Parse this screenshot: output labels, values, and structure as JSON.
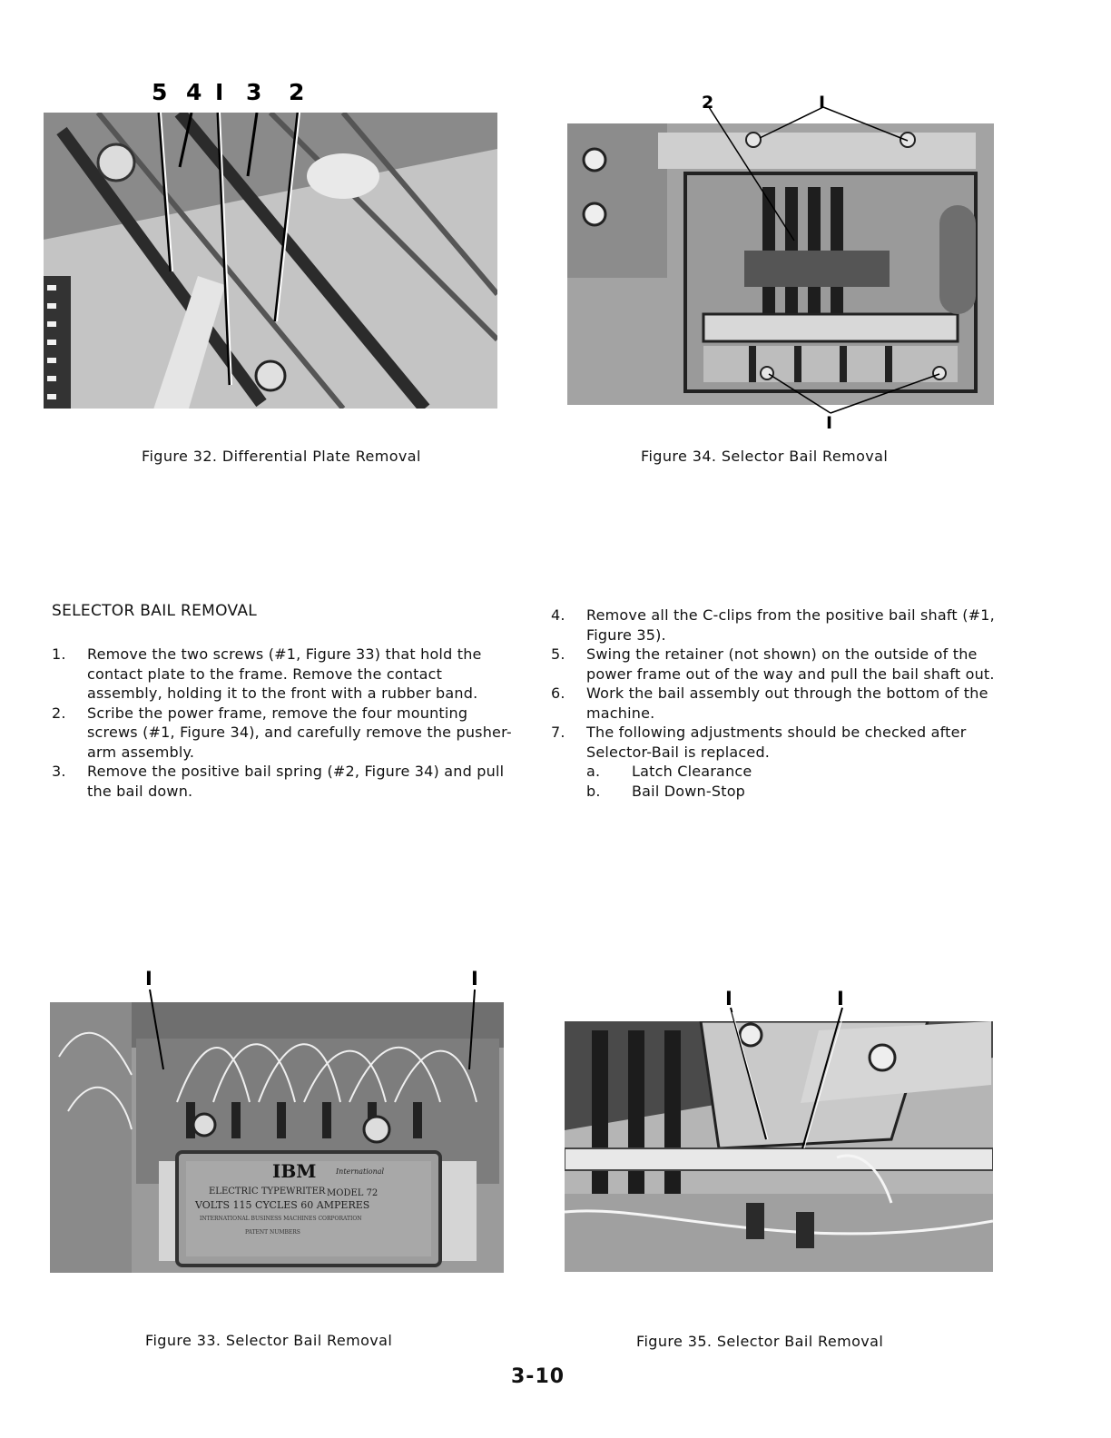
{
  "figures": {
    "fig32": {
      "caption": "Figure 32.  Differential Plate Removal",
      "callouts": [
        "5",
        "4",
        "I",
        "3",
        "2"
      ]
    },
    "fig34": {
      "caption": "Figure 34.  Selector Bail Removal",
      "callouts": [
        "2",
        "I",
        "I"
      ]
    },
    "fig33": {
      "caption": "Figure 33.  Selector Bail Removal",
      "callouts": [
        "I",
        "I"
      ],
      "plate_text": [
        "IBM",
        "International",
        "ELECTRIC TYPEWRITER",
        "MODEL 72",
        "VOLTS 115  CYCLES 60  AMPERES",
        "INTERNATIONAL BUSINESS MACHINES CORPORATION",
        "PATENT NUMBERS"
      ]
    },
    "fig35": {
      "caption": "Figure 35.  Selector Bail Removal",
      "callouts": [
        "I",
        "I"
      ]
    }
  },
  "section": {
    "heading": "SELECTOR BAIL REMOVAL",
    "steps": [
      {
        "num": "1.",
        "text": "Remove the two screws (#1, Figure 33) that hold the contact plate to the frame.  Remove the contact assembly, holding it to the front with a rubber band."
      },
      {
        "num": "2.",
        "text": "Scribe the power frame, remove the four mounting screws (#1, Figure 34), and carefully remove the pusher-arm assembly."
      },
      {
        "num": "3.",
        "text": "Remove the positive bail spring (#2, Figure 34) and pull the bail down."
      },
      {
        "num": "4.",
        "text": "Remove all the C-clips from the positive bail shaft (#1, Figure 35)."
      },
      {
        "num": "5.",
        "text": "Swing the retainer (not shown) on the outside of the power frame out of the way and pull the bail shaft out."
      },
      {
        "num": "6.",
        "text": "Work the bail assembly out through the bottom of the machine."
      },
      {
        "num": "7.",
        "text": "The following adjustments should be checked after Selector-Bail is replaced."
      }
    ],
    "substeps": [
      {
        "label": "a.",
        "text": "Latch Clearance"
      },
      {
        "label": "b.",
        "text": "Bail Down-Stop"
      }
    ]
  },
  "page_number": "3-10"
}
